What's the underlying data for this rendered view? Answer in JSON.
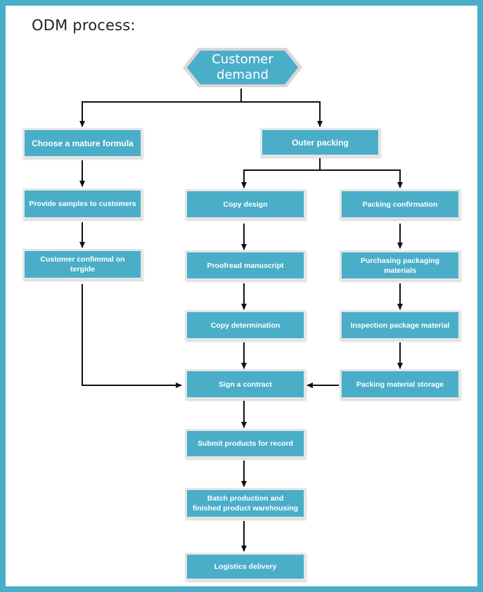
{
  "title": "ODM process:",
  "colors": {
    "frame": "#4aaec9",
    "node": "#4aaec9",
    "node_border": "#e6e6e6",
    "arrow": "#111111"
  },
  "nodes": {
    "customer_demand": [
      "Customer",
      "demand"
    ],
    "mature_formula": "Choose a mature formula",
    "provide_samples": "Provide samples to customers",
    "customer_confirm": "Customer confimmal on tergide",
    "outer_packing": "Outer packing",
    "copy_design": "Copy design",
    "proofread": "Proofread manuscript",
    "copy_determination": "Copy determination",
    "packing_confirmation": "Packing confirmation",
    "purchasing": "Purchasing packaging materials",
    "inspection": "Inspection package material",
    "storage": "Packing material storage",
    "sign_contract": "Sign a contract",
    "submit_products": "Submit products for record",
    "batch_production": [
      "Batch production and",
      "finished product warehousing"
    ],
    "logistics": "Logistics delivery"
  }
}
